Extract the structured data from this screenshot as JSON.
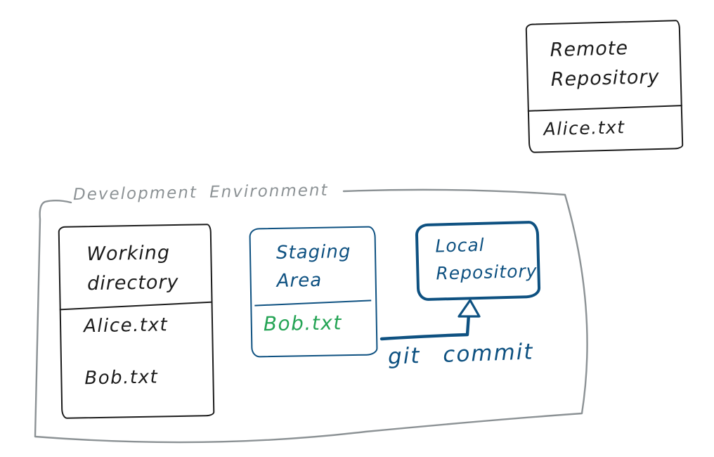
{
  "colors": {
    "ink": "#1c1c1c",
    "blue": "#0e5181",
    "green": "#25a455",
    "gray": "#8c9295"
  },
  "remote_repository": {
    "title": "Remote Repository",
    "files": [
      "Alice.txt"
    ]
  },
  "development_environment": {
    "label": "Development Environment"
  },
  "working_directory": {
    "title": "Working directory",
    "files": [
      "Alice.txt",
      "Bob.txt"
    ]
  },
  "staging_area": {
    "title": "Staging Area",
    "files": [
      "Bob.txt"
    ]
  },
  "local_repository": {
    "title": "Local Repository"
  },
  "commit_arrow": {
    "label": "git commit"
  }
}
